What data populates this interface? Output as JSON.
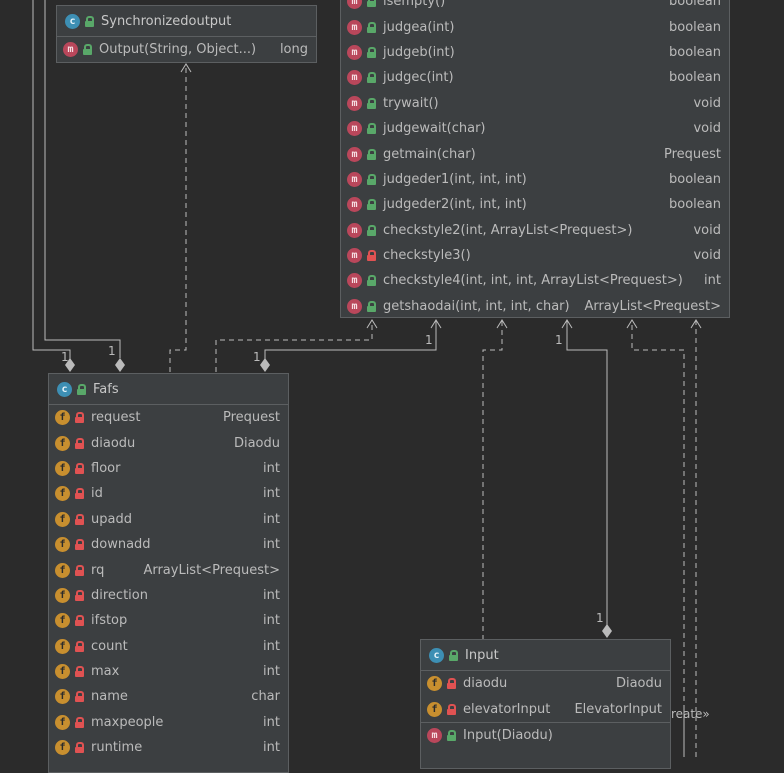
{
  "classes": {
    "sync": {
      "name": "Synchronizedoutput",
      "methods": [
        {
          "name": "Output(String, Object...)",
          "type": "long"
        }
      ]
    },
    "elevator": {
      "methods": [
        {
          "name": "isempty()",
          "type": "boolean"
        },
        {
          "name": "judgea(int)",
          "type": "boolean"
        },
        {
          "name": "judgeb(int)",
          "type": "boolean"
        },
        {
          "name": "judgec(int)",
          "type": "boolean"
        },
        {
          "name": "trywait()",
          "type": "void"
        },
        {
          "name": "judgewait(char)",
          "type": "void"
        },
        {
          "name": "getmain(char)",
          "type": "Prequest"
        },
        {
          "name": "judgeder1(int, int, int)",
          "type": "boolean"
        },
        {
          "name": "judgeder2(int, int, int)",
          "type": "boolean"
        },
        {
          "name": "checkstyle2(int, ArrayList<Prequest>)",
          "type": "void"
        },
        {
          "name": "checkstyle3()",
          "type": "void"
        },
        {
          "name": "checkstyle4(int, int, int, ArrayList<Prequest>)",
          "type": "int"
        },
        {
          "name": "getshaodai(int, int, int, char)",
          "type": "ArrayList<Prequest>"
        }
      ]
    },
    "fafs": {
      "name": "Fafs",
      "fields": [
        {
          "name": "request",
          "type": "Prequest"
        },
        {
          "name": "diaodu",
          "type": "Diaodu"
        },
        {
          "name": "floor",
          "type": "int"
        },
        {
          "name": "id",
          "type": "int"
        },
        {
          "name": "upadd",
          "type": "int"
        },
        {
          "name": "downadd",
          "type": "int"
        },
        {
          "name": "rq",
          "type": "ArrayList<Prequest>"
        },
        {
          "name": "direction",
          "type": "int"
        },
        {
          "name": "ifstop",
          "type": "int"
        },
        {
          "name": "count",
          "type": "int"
        },
        {
          "name": "max",
          "type": "int"
        },
        {
          "name": "name",
          "type": "char"
        },
        {
          "name": "maxpeople",
          "type": "int"
        },
        {
          "name": "runtime",
          "type": "int"
        }
      ]
    },
    "input": {
      "name": "Input",
      "fields": [
        {
          "name": "diaodu",
          "type": "Diaodu"
        },
        {
          "name": "elevatorInput",
          "type": "ElevatorInput"
        }
      ],
      "methods": [
        {
          "name": "Input(Diaodu)",
          "type": ""
        }
      ]
    }
  },
  "labels": {
    "one": "1",
    "create": "«create»"
  },
  "icons": {
    "class": "c",
    "method": "m",
    "field": "f"
  },
  "colors": {
    "background": "#2b2b2b",
    "panel": "#3c3f41",
    "line": "#bbbbbb",
    "class_badge": "#3d8fb4",
    "method_badge": "#b9475b",
    "field_badge": "#c88f2f",
    "public": "#59a869",
    "private": "#e05252"
  }
}
